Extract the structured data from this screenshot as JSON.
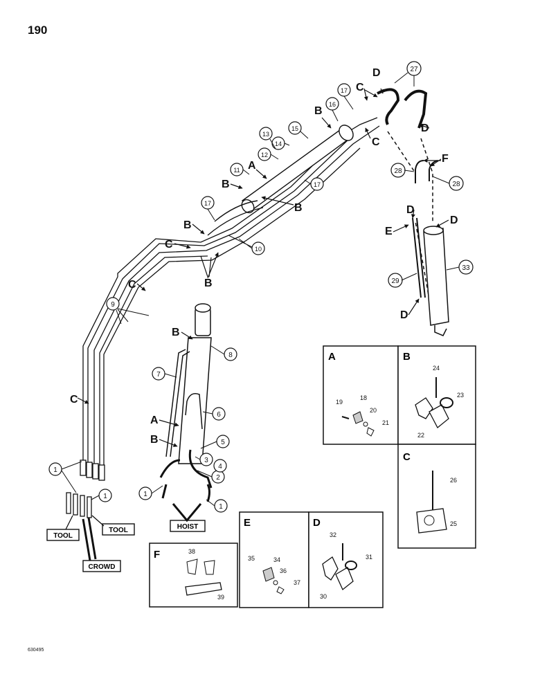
{
  "page_number": "190",
  "figure_code": "630495",
  "ports": {
    "tool_1": "TOOL",
    "tool_2": "TOOL",
    "crowd": "CROWD",
    "hoist": "HOIST"
  },
  "letters": {
    "a": "A",
    "b": "B",
    "c": "C",
    "d": "D",
    "e": "E",
    "f": "F"
  },
  "detail_panels": {
    "a": {
      "title": "A",
      "parts": [
        "18",
        "19",
        "20",
        "21"
      ]
    },
    "b": {
      "title": "B",
      "parts": [
        "22",
        "23",
        "24"
      ]
    },
    "c": {
      "title": "C",
      "parts": [
        "25",
        "26"
      ]
    },
    "d": {
      "title": "D",
      "parts": [
        "30",
        "31",
        "32"
      ]
    },
    "e": {
      "title": "E",
      "parts": [
        "34",
        "35",
        "36",
        "37"
      ]
    },
    "f": {
      "title": "F",
      "parts": [
        "38",
        "39"
      ]
    }
  },
  "callouts": {
    "c1": "1",
    "c2": "2",
    "c3": "3",
    "c4": "4",
    "c5": "5",
    "c6": "6",
    "c7": "7",
    "c8": "8",
    "c9": "9",
    "c10": "10",
    "c11": "11",
    "c12": "12",
    "c13": "13",
    "c14": "14",
    "c15": "15",
    "c16": "16",
    "c17": "17",
    "c27": "27",
    "c28": "28",
    "c29": "29",
    "c33": "33"
  }
}
